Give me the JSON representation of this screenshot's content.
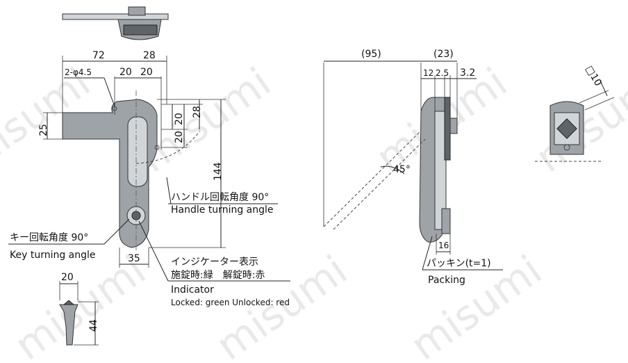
{
  "watermark": "misumi",
  "front_view": {
    "dims": {
      "w72": "72",
      "w28": "28",
      "w20a": "20",
      "w20b": "20",
      "hole": "2-φ4.5",
      "h25": "25",
      "h20a": "20",
      "h20b": "20",
      "h28": "28",
      "h144": "144",
      "w35": "35"
    },
    "handle_angle_jp": "ハンドル回転角度 90°",
    "handle_angle_en": "Handle turning angle",
    "key_angle_jp": "キー回転角度 90°",
    "key_angle_en": "Key turning angle",
    "indicator_jp": "インジケーター表示",
    "indicator_state_jp": "施錠時:緑　解錠時:赤",
    "indicator_en": "Indicator",
    "indicator_state_en": "Locked: green  Unlocked: red"
  },
  "key_view": {
    "w20": "20",
    "h44": "44"
  },
  "side_view": {
    "d95": "(95)",
    "d23": "(23)",
    "d12": "12",
    "d25": "2.5",
    "d32": "3.2",
    "angle": "45°",
    "d16": "16",
    "packing_jp": "パッキン(t=1)",
    "packing_en": "Packing"
  },
  "detail_view": {
    "square": "□10"
  },
  "colors": {
    "line": "#222222",
    "part_fill": "#9ea3a8",
    "watermark": "#e9e9e9"
  }
}
